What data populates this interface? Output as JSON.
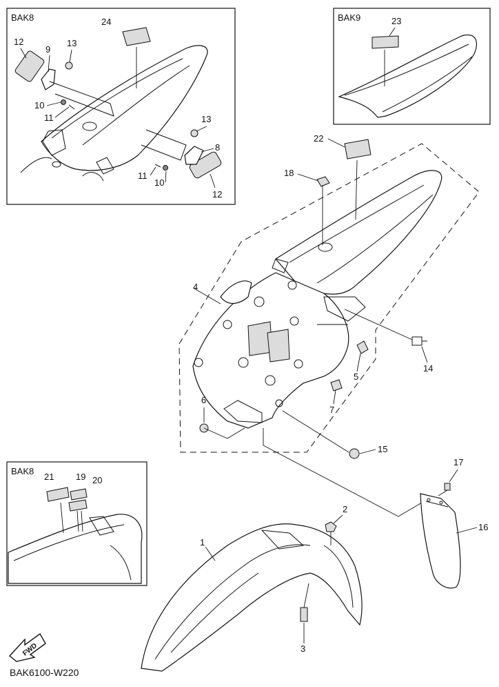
{
  "boxes": {
    "top_left_title": "BAK8",
    "top_right_title": "BAK9",
    "bottom_left_title": "BAK8"
  },
  "callouts": {
    "c1": "1",
    "c2": "2",
    "c3": "3",
    "c4": "4",
    "c5": "5",
    "c6": "6",
    "c7": "7",
    "c8": "8",
    "c9": "9",
    "c10a": "10",
    "c10b": "10",
    "c11a": "11",
    "c11b": "11",
    "c12a": "12",
    "c12b": "12",
    "c13a": "13",
    "c13b": "13",
    "c14": "14",
    "c15": "15",
    "c16": "16",
    "c17": "17",
    "c18": "18",
    "c19": "19",
    "c20": "20",
    "c21": "21",
    "c22": "22",
    "c23": "23",
    "c24": "24"
  },
  "fwd_label": "FWD",
  "diagram_code": "BAK6100-W220"
}
